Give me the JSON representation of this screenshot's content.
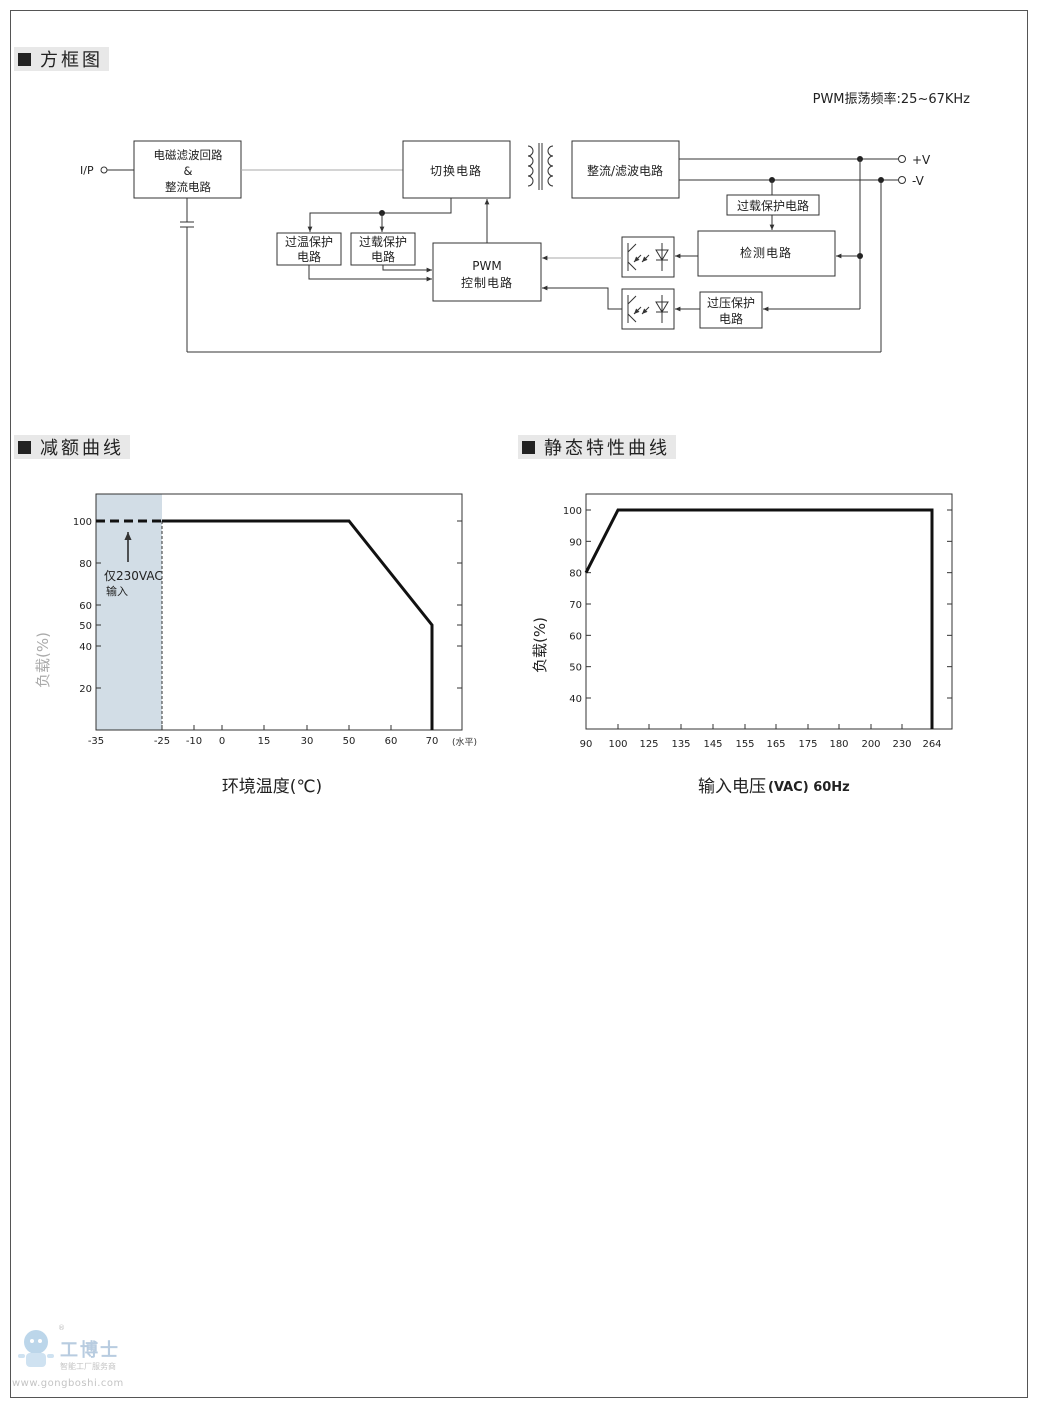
{
  "sections": {
    "block_diagram": "方框图",
    "derating": "减额曲线",
    "static": "静态特性曲线"
  },
  "block": {
    "pwm_freq": "PWM振荡频率:25~67KHz",
    "ip": "I/P",
    "emi": [
      "电磁滤波回路",
      "&",
      "整流电路"
    ],
    "switch": "切换电路",
    "rect": "整流/滤波电路",
    "plus_v": "+V",
    "minus_v": "-V",
    "olp_top": "过载保护电路",
    "otp": [
      "过温保护",
      "电路"
    ],
    "olp": [
      "过载保护",
      "电路"
    ],
    "pwm": [
      "PWM",
      "控制电路"
    ],
    "detect": "检测电路",
    "ovp": [
      "过压保护",
      "电路"
    ]
  },
  "derating_chart": {
    "type": "line",
    "x_ticks": [
      "-35",
      "-25",
      "-10",
      "0",
      "15",
      "30",
      "50",
      "60",
      "70"
    ],
    "x_unit": "(水平)",
    "y_ticks": [
      "100",
      "80",
      "60",
      "50",
      "40",
      "20"
    ],
    "ylabel": "负载(%)",
    "xlabel": "环境温度(℃)",
    "annotation": [
      "仅230VAC",
      "输入"
    ],
    "points_x": [
      -25,
      50,
      70,
      70
    ],
    "points_y": [
      100,
      100,
      50,
      0
    ],
    "dashed_x": [
      -35,
      -25
    ],
    "dashed_y": [
      100,
      100
    ],
    "shade_x": [
      -35,
      -25
    ]
  },
  "static_chart": {
    "type": "line",
    "x_ticks": [
      "90",
      "100",
      "125",
      "135",
      "145",
      "155",
      "165",
      "175",
      "180",
      "200",
      "230",
      "264"
    ],
    "y_ticks": [
      "100",
      "90",
      "80",
      "70",
      "60",
      "50",
      "40"
    ],
    "ylabel": "负载(%)",
    "xlabel_a": "输入电压",
    "xlabel_b": "(VAC) 60Hz",
    "points_x": [
      90,
      100,
      264,
      264
    ],
    "points_y": [
      80,
      100,
      100,
      30
    ]
  },
  "watermark": {
    "brand": "工博士",
    "slogan": "智能工厂服务商",
    "url": "www.gongboshi.com"
  }
}
